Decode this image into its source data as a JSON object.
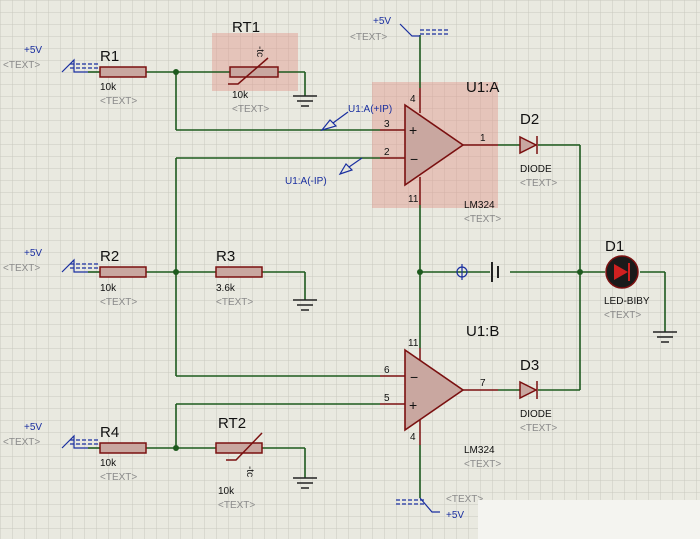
{
  "power_labels": {
    "pwr_r1": "+5V",
    "pwr_r2": "+5V",
    "pwr_r4": "+5V",
    "pwr_top": "+5V",
    "pwr_bottom": "+5V",
    "text_tag": "<TEXT>"
  },
  "resistors": {
    "r1": {
      "ref": "R1",
      "value": "10k"
    },
    "r2": {
      "ref": "R2",
      "value": "10k"
    },
    "r3": {
      "ref": "R3",
      "value": "3.6k"
    },
    "r4": {
      "ref": "R4",
      "value": "10k"
    }
  },
  "thermistors": {
    "rt1": {
      "ref": "RT1",
      "value": "10k",
      "symbol": "-tc"
    },
    "rt2": {
      "ref": "RT2",
      "value": "10k",
      "symbol": "-tc"
    }
  },
  "opamps": {
    "u1a": {
      "ref": "U1:A",
      "part": "LM324",
      "pin_plus": "3",
      "pin_minus": "2",
      "pin_out": "1",
      "pin_vcc": "4",
      "pin_gnd": "11"
    },
    "u1b": {
      "ref": "U1:B",
      "part": "LM324",
      "pin_plus": "5",
      "pin_minus": "6",
      "pin_out": "7",
      "pin_vcc": "4",
      "pin_gnd": "11"
    }
  },
  "diodes": {
    "d2": {
      "ref": "D2",
      "part": "DIODE"
    },
    "d3": {
      "ref": "D3",
      "part": "DIODE"
    },
    "d1": {
      "ref": "D1",
      "part": "LED-BIBY"
    }
  },
  "probes": {
    "ip_plus": "U1:A(+IP)",
    "ip_minus": "U1:A(-IP)"
  },
  "colors": {
    "background": "#e9e9e0",
    "grid": "#c9c9bf",
    "wire": "#1e5a1e",
    "component": "#7a1010",
    "probe": "#1a2fa0",
    "highlight": "#e1968c"
  }
}
